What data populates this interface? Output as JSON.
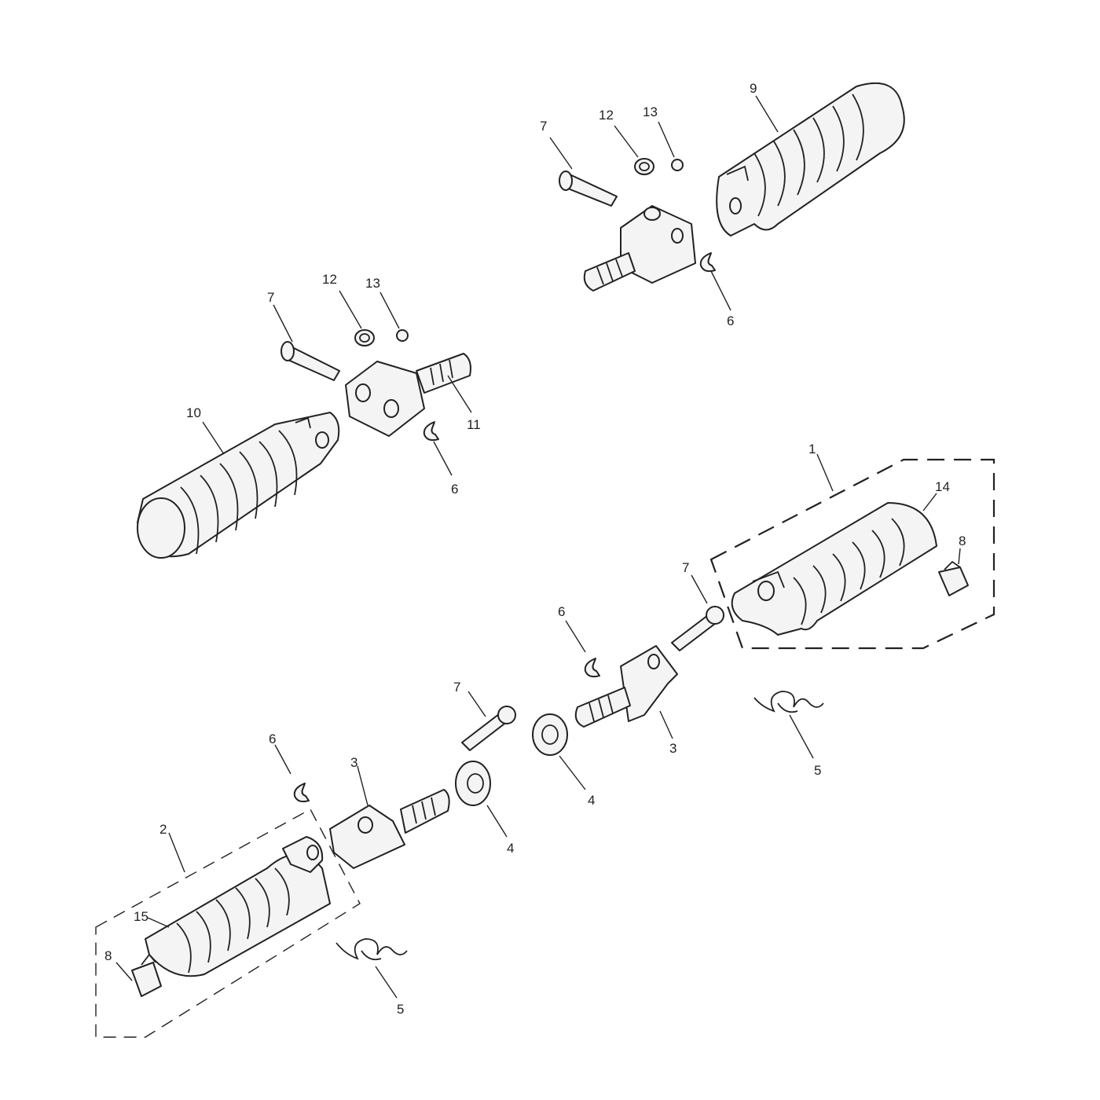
{
  "callouts": {
    "c1": "1",
    "c2": "2",
    "c3a": "3",
    "c3b": "3",
    "c4a": "4",
    "c4b": "4",
    "c5a": "5",
    "c5b": "5",
    "c6a": "6",
    "c6b": "6",
    "c6c": "6",
    "c6d": "6",
    "c7a": "7",
    "c7b": "7",
    "c7c": "7",
    "c7d": "7",
    "c8a": "8",
    "c8b": "8",
    "c9": "9",
    "c10": "10",
    "c11": "11",
    "c12a": "12",
    "c12b": "12",
    "c13a": "13",
    "c13b": "13",
    "c14": "14",
    "c15": "15"
  }
}
